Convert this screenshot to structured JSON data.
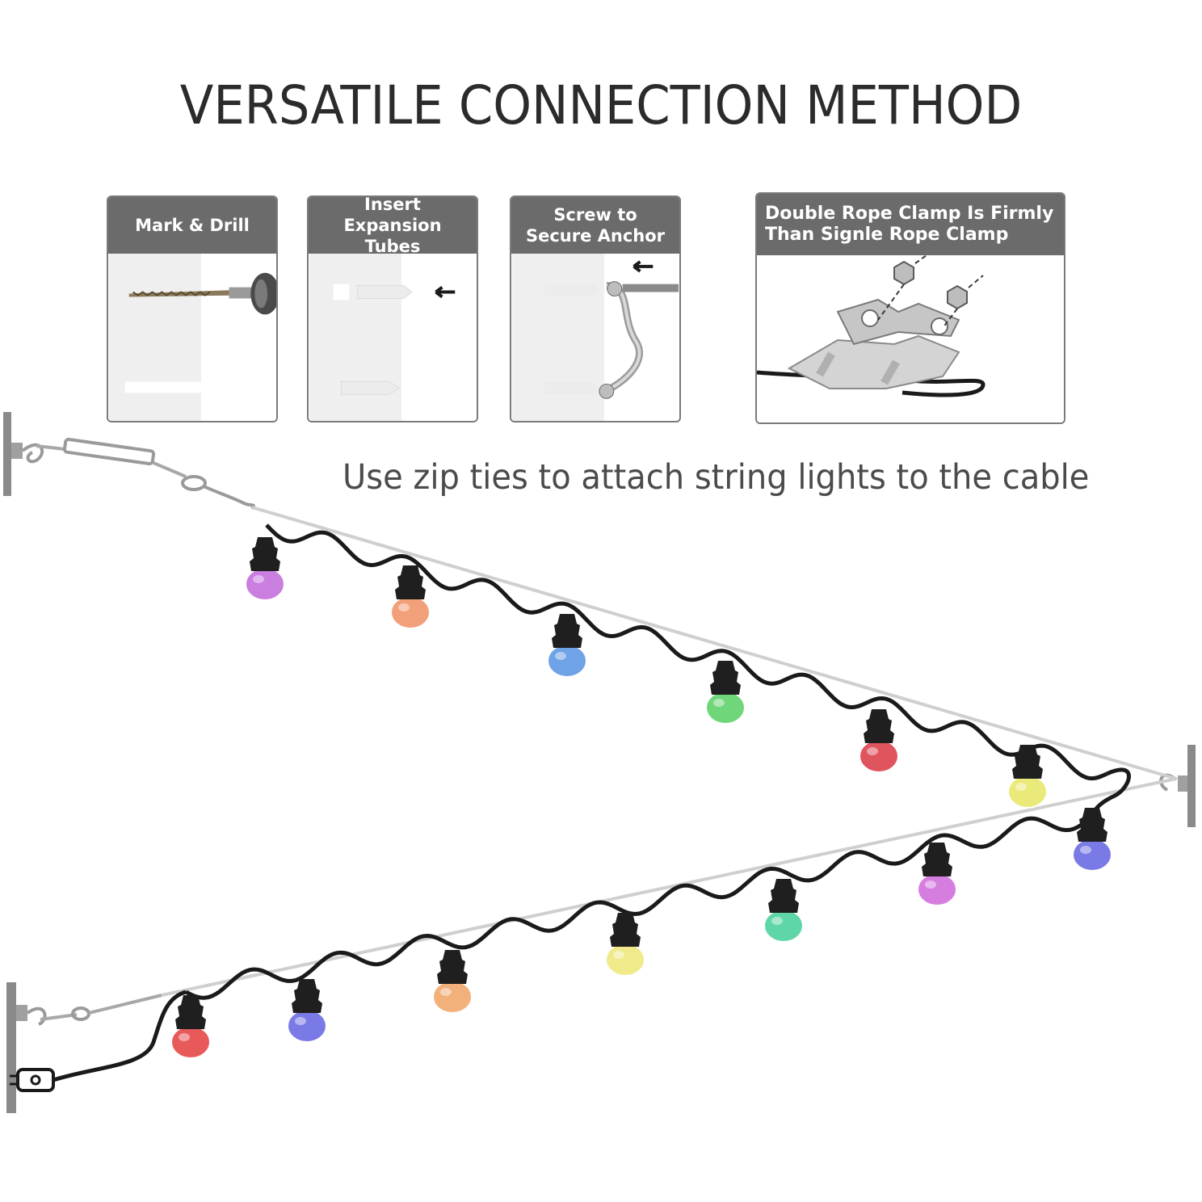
{
  "title": "VERSATILE CONNECTION METHOD",
  "steps": [
    {
      "label": "Mark & Drill",
      "icon": "drill-icon"
    },
    {
      "label": "Insert Expansion Tubes",
      "icon": "expansion-tube-icon"
    },
    {
      "label": "Screw to Secure Anchor",
      "icon": "screw-anchor-icon"
    },
    {
      "label": "Double Rope Clamp Is Firmly Than Signle Rope Clamp",
      "icon": "rope-clamp-icon"
    }
  ],
  "subtitle": "Use zip ties to attach string lights to the cable",
  "colors": {
    "header_bg": "#6b6b6b",
    "title_text": "#2b2b2b",
    "subtitle_text": "#4b4b4b",
    "cable": "#1a1a1a",
    "wire": "#c8c8c8"
  },
  "bulbs": [
    {
      "color": "#c97ee0",
      "icon": "bulb-icon"
    },
    {
      "color": "#f2a07a",
      "icon": "bulb-icon"
    },
    {
      "color": "#6fa2e6",
      "icon": "bulb-icon"
    },
    {
      "color": "#6fd67a",
      "icon": "bulb-icon"
    },
    {
      "color": "#e0545e",
      "icon": "bulb-icon"
    },
    {
      "color": "#eaea7a",
      "icon": "bulb-icon"
    },
    {
      "color": "#7a7ae6",
      "icon": "bulb-icon"
    },
    {
      "color": "#d67ee0",
      "icon": "bulb-icon"
    },
    {
      "color": "#5fd6a8",
      "icon": "bulb-icon"
    },
    {
      "color": "#f0ea8a",
      "icon": "bulb-icon"
    },
    {
      "color": "#f2b07a",
      "icon": "bulb-icon"
    },
    {
      "color": "#7a7ae6",
      "icon": "bulb-icon"
    },
    {
      "color": "#e85a5a",
      "icon": "bulb-icon"
    }
  ]
}
